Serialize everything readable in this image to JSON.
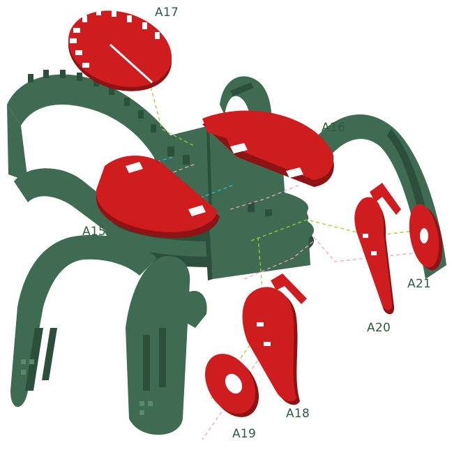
{
  "colors": {
    "background": "#ffffff",
    "body_green": "#3f6b52",
    "body_green_dark": "#2c4f3b",
    "body_green_light": "#5a8a6c",
    "part_red": "#cf1d1f",
    "part_red_dark": "#8f1214",
    "label_green": "#2f5a3f",
    "guide_yellow": "#9acd32",
    "guide_cyan": "#2fb6d8",
    "guide_pink": "#f0a3b8"
  },
  "labels": {
    "a15": "A15",
    "a16": "A16",
    "a17": "A17",
    "a18": "A18",
    "a19": "A19",
    "a20": "A20",
    "a21": "A21"
  }
}
